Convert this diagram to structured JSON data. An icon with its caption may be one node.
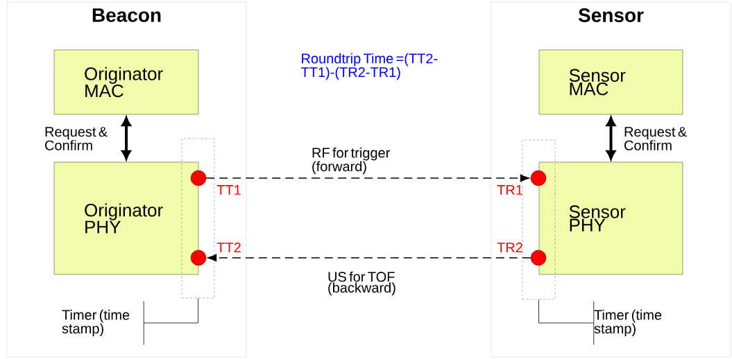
{
  "diagram": {
    "nodes": [
      {
        "text": [
          "Beacon"
        ]
      },
      {
        "text": [
          "Originator MAC"
        ],
        "in": 0
      },
      {
        "text": [
          "Originator PHY"
        ],
        "in": 0
      },
      {
        "text": [],
        "shape": "box",
        "in": 0
      },
      {
        "text": [],
        "shape": "circle",
        "beside": [
          "TT1"
        ],
        "in": 3
      },
      {
        "text": [],
        "shape": "circle",
        "beside": [
          "TT2"
        ],
        "in": 3
      },
      {
        "text": [
          "Timer (time stamp)"
        ],
        "in": 0
      },
      {
        "text": [
          "Sensor"
        ]
      },
      {
        "text": [
          "Sensor MAC"
        ],
        "in": 7
      },
      {
        "text": [
          "Sensor PHY"
        ],
        "in": 7
      },
      {
        "text": [],
        "shape": "box",
        "in": 7
      },
      {
        "text": [],
        "shape": "circle",
        "beside": [
          "TR1"
        ],
        "in": 10
      },
      {
        "text": [],
        "shape": "circle",
        "beside": [
          "TR2"
        ],
        "in": 10
      },
      {
        "text": [
          "Timer (time stamp)"
        ],
        "in": 7
      }
    ],
    "edges": [
      {
        "from": 1,
        "to": 2,
        "arrow": "both",
        "style": "thick",
        "label": "Request & Confirm"
      },
      {
        "from": 4,
        "to": 11,
        "arrow": "to",
        "style": "dashed",
        "label": "RF for trigger (forward)"
      },
      {
        "from": 12,
        "to": 5,
        "arrow": "to",
        "style": "dashed",
        "label": "US for TOF (backward)"
      },
      {
        "from": 8,
        "to": 9,
        "arrow": "both",
        "style": "thick",
        "label": "Request & Confirm"
      },
      {
        "from": 3,
        "to": 6,
        "arrow": "none"
      },
      {
        "from": 10,
        "to": 13,
        "arrow": "none"
      }
    ],
    "labels": [
      "Roundtrip Time =(TT2-TT1)-(TR2-TR1)"
    ]
  }
}
